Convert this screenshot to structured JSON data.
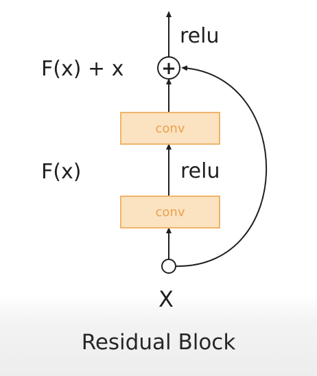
{
  "diagram": {
    "labels": {
      "relu_top": "relu",
      "relu_middle": "relu",
      "sum_output": "F(x) + x",
      "residual_function": "F(x)",
      "input": "X",
      "caption": "Residual Block"
    },
    "layers": [
      {
        "label": "conv"
      },
      {
        "label": "conv"
      }
    ],
    "nodes": {
      "add_symbol": "+"
    },
    "colors": {
      "layer_fill": "#fbe2c0",
      "layer_border": "#eeb46a",
      "layer_text": "#e8a24f",
      "line": "#1f1f1f"
    }
  }
}
